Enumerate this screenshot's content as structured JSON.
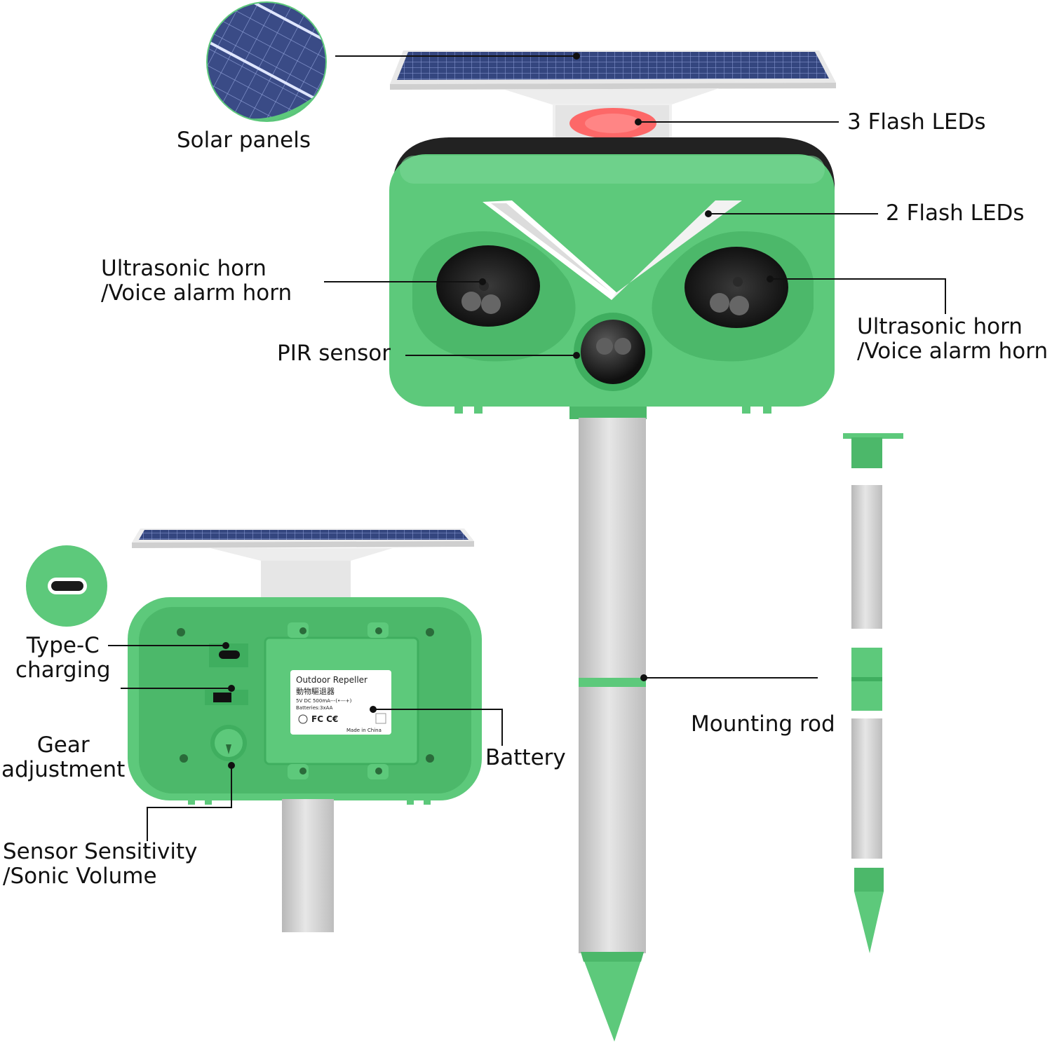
{
  "labels": {
    "solar_panels": "Solar panels",
    "flash_leds_3": "3 Flash LEDs",
    "flash_leds_2": "2 Flash LEDs",
    "horn_left": [
      "Ultrasonic horn",
      "/Voice alarm horn"
    ],
    "horn_right": [
      "Ultrasonic horn",
      "/Voice alarm horn"
    ],
    "pir_sensor": "PIR sensor",
    "type_c": [
      "Type-C",
      "charging"
    ],
    "gear": [
      "Gear",
      "adjustment"
    ],
    "sensor_sensitivity": [
      "Sensor Sensitivity",
      "/Sonic Volume"
    ],
    "battery": "Battery",
    "mounting_rod": "Mounting rod"
  },
  "product_label": {
    "line1": "Outdoor Repeller",
    "line2": "動物驅退器",
    "line3": "5V  DC  500mA---(•---+)",
    "line4": "Batteries:3xAA",
    "marks": "FC  C€",
    "made_in": "Made in China"
  },
  "colors": {
    "device_green": "#5dc97b",
    "device_dark_green": "#3fae5f",
    "solar_blue": "#3a4b86",
    "rod_gray": "#cfcfcf",
    "led_red": "#ff5a5a"
  }
}
